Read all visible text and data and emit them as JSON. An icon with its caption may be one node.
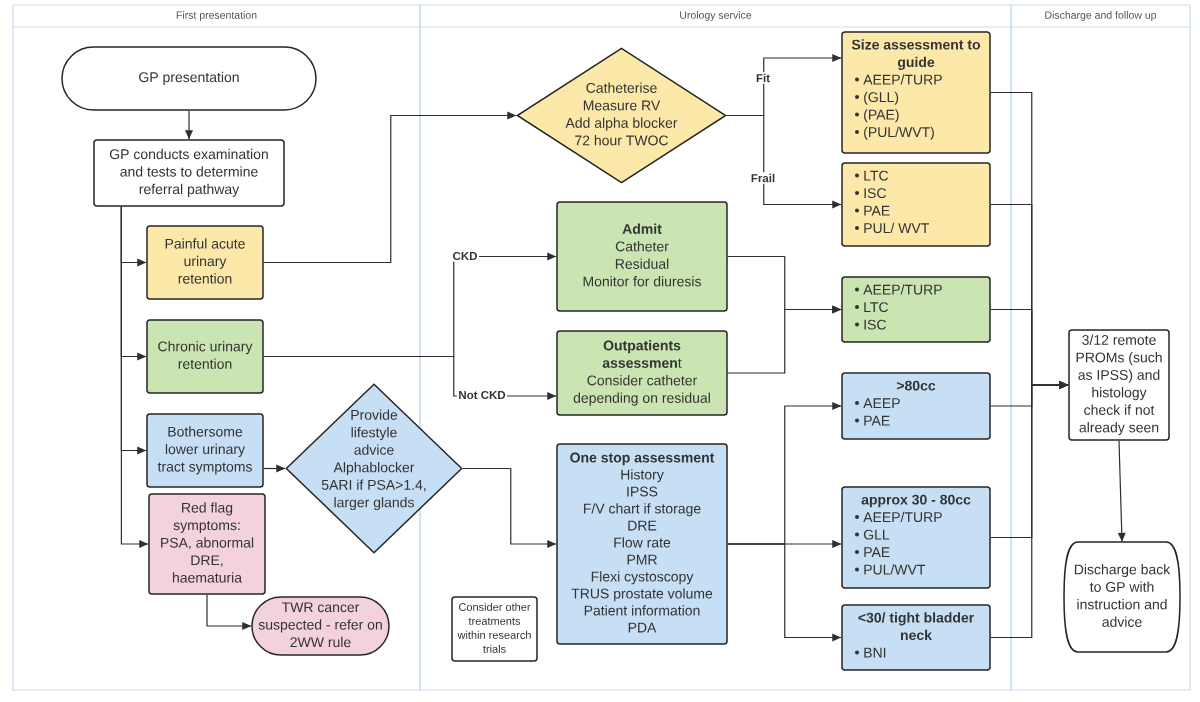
{
  "diagram": {
    "nodes": [
      {
        "text": [
          "First presentation"
        ]
      },
      {
        "text": [
          "Urology service"
        ]
      },
      {
        "text": [
          "Discharge and follow up"
        ]
      },
      {
        "text": [
          "GP presentation"
        ],
        "in": 0
      },
      {
        "text": [
          "GP conducts examination and tests to determine referral pathway"
        ],
        "in": 0
      },
      {
        "text": [
          "Painful acute urinary retention"
        ],
        "in": 0
      },
      {
        "text": [
          "Chronic urinary retention"
        ],
        "in": 0
      },
      {
        "text": [
          "Bothersome lower urinary tract symptoms"
        ],
        "in": 0
      },
      {
        "text": [
          "Red flag symptoms: PSA, abnormal DRE, haematuria"
        ],
        "in": 0
      },
      {
        "text": [
          "TWR cancer suspected - refer on 2WW rule"
        ],
        "in": 0
      },
      {
        "text": [
          "Provide lifestyle advice",
          "Alphablocker",
          "5ARI if PSA>1.4, larger glands"
        ]
      },
      {
        "text": [
          "Catheterise",
          "Measure RV",
          "Add alpha blocker",
          "72 hour TWOC"
        ],
        "in": 1
      },
      {
        "text": [
          "Admit",
          "Catheter",
          "Residual",
          "Monitor for diuresis"
        ],
        "in": 1
      },
      {
        "text": [
          "**Outpatients assessmen**t",
          "Consider catheter depending on residual"
        ],
        "in": 1
      },
      {
        "text": [
          "One stop assessment",
          "History",
          "IPSS",
          "F/V chart if storage",
          "DRE",
          "Flow rate",
          "PMR",
          "Flexi cystoscopy",
          "TRUS prostate volume",
          "Patient information",
          "PDA"
        ],
        "in": 1
      },
      {
        "text": [
          "Consider other treatments within research trials"
        ],
        "in": 1
      },
      {
        "text": [
          "Size assessment to guide",
          "AEEP/TURP",
          "(GLL)",
          "(PAE)",
          "(PUL/WVT)"
        ],
        "in": 1
      },
      {
        "text": [
          "LTC",
          "ISC",
          "PAE",
          "PUL/ WVT"
        ],
        "in": 1
      },
      {
        "text": [
          "AEEP/TURP",
          "LTC",
          "ISC"
        ],
        "in": 1
      },
      {
        "text": [
          ">80cc",
          "AEEP",
          "PAE"
        ],
        "in": 1
      },
      {
        "text": [
          "approx 30 - 80cc",
          "AEEP/TURP",
          "GLL",
          "PAE",
          "PUL/WVT"
        ],
        "in": 1
      },
      {
        "text": [
          "<30/ tight bladder neck",
          "BNI"
        ],
        "in": 1
      },
      {
        "text": [
          "3/12 remote PROMs (such as IPSS) and histology check if not already seen"
        ],
        "in": 2
      },
      {
        "text": [
          "Discharge back to GP with instruction and advice"
        ],
        "in": 2
      }
    ],
    "edges": [
      {
        "from": 3,
        "to": 4,
        "arrow": "to"
      },
      {
        "from": 4,
        "to": 5,
        "arrow": "to"
      },
      {
        "from": 4,
        "to": 6,
        "arrow": "to"
      },
      {
        "from": 4,
        "to": 7,
        "arrow": "to"
      },
      {
        "from": 4,
        "to": 8,
        "arrow": "to"
      },
      {
        "from": 5,
        "to": 11,
        "arrow": "to"
      },
      {
        "from": 11,
        "to": 16,
        "arrow": "to",
        "label": "Fit"
      },
      {
        "from": 11,
        "to": 17,
        "arrow": "to",
        "label": "Frail"
      },
      {
        "from": 6,
        "to": 12,
        "arrow": "to",
        "label": "CKD"
      },
      {
        "from": 6,
        "to": 13,
        "arrow": "to",
        "label": "Not CKD"
      },
      {
        "from": 7,
        "to": 10,
        "arrow": "to"
      },
      {
        "from": 10,
        "to": 14,
        "arrow": "to"
      },
      {
        "from": 8,
        "to": 9,
        "arrow": "to"
      },
      {
        "from": 12,
        "to": 18,
        "arrow": "to"
      },
      {
        "from": 13,
        "to": 18,
        "arrow": "to"
      },
      {
        "from": 14,
        "to": 19,
        "arrow": "to"
      },
      {
        "from": 14,
        "to": 20,
        "arrow": "to"
      },
      {
        "from": 14,
        "to": 21,
        "arrow": "to"
      },
      {
        "from": 16,
        "to": 22,
        "arrow": "to"
      },
      {
        "from": 17,
        "to": 22,
        "arrow": "to"
      },
      {
        "from": 18,
        "to": 22,
        "arrow": "to"
      },
      {
        "from": 19,
        "to": 22,
        "arrow": "to"
      },
      {
        "from": 20,
        "to": 22,
        "arrow": "to"
      },
      {
        "from": 21,
        "to": 22,
        "arrow": "to"
      },
      {
        "from": 22,
        "to": 23,
        "arrow": "to"
      }
    ]
  }
}
